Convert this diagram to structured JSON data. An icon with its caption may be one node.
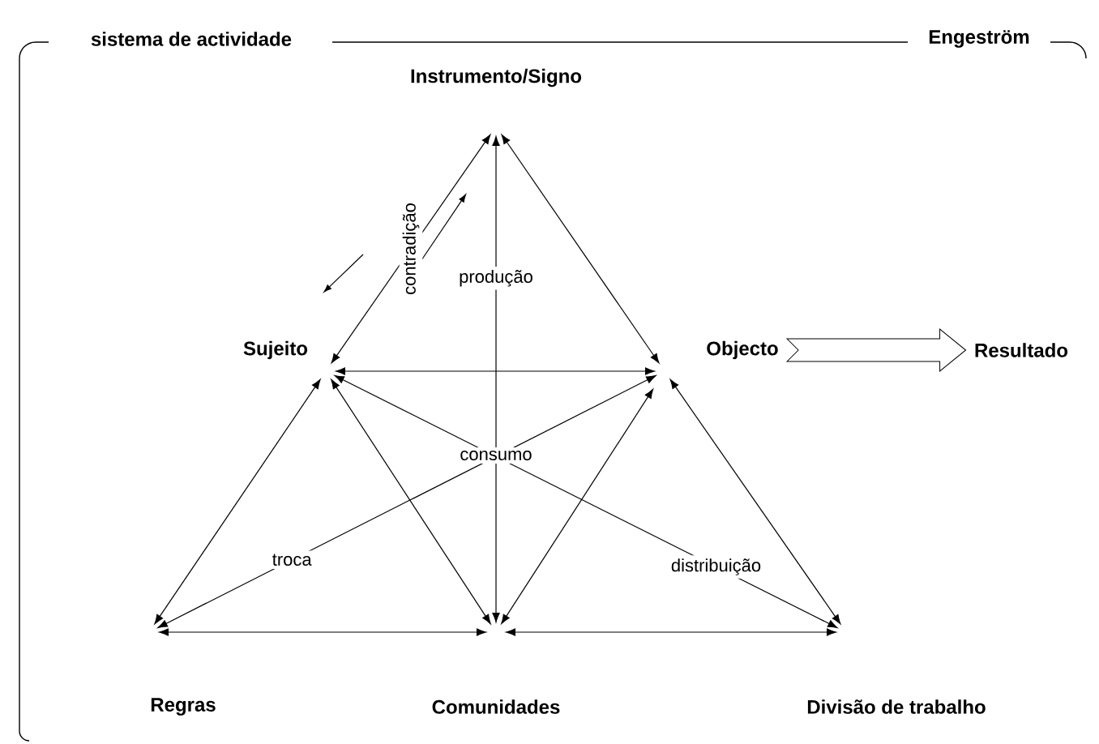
{
  "diagram": {
    "title": "sistema de actividade",
    "nodes": [
      {
        "text": [
          "Instrumento/Signo"
        ]
      },
      {
        "text": [
          "Sujeito"
        ]
      },
      {
        "text": [
          "Objecto"
        ]
      },
      {
        "text": [
          "Resultado"
        ]
      },
      {
        "text": [
          "Regras"
        ]
      },
      {
        "text": [
          "Comunidades"
        ]
      },
      {
        "text": [
          "Divisão de trabalho"
        ]
      }
    ],
    "edges": [
      {
        "from": 0,
        "to": 1,
        "arrow": "both",
        "label": "contradição"
      },
      {
        "from": 0,
        "to": 2,
        "arrow": "both"
      },
      {
        "from": 0,
        "to": 5,
        "arrow": "both",
        "label": "produção"
      },
      {
        "from": 1,
        "to": 2,
        "arrow": "both"
      },
      {
        "from": 4,
        "to": 1,
        "arrow": "both"
      },
      {
        "from": 5,
        "to": 1,
        "arrow": "both"
      },
      {
        "from": 5,
        "to": 2,
        "arrow": "both"
      },
      {
        "from": 6,
        "to": 2,
        "arrow": "both"
      },
      {
        "from": 4,
        "to": 5,
        "arrow": "both"
      },
      {
        "from": 5,
        "to": 6,
        "arrow": "both"
      },
      {
        "from": 4,
        "to": 2,
        "arrow": "both",
        "label": "troca"
      },
      {
        "from": 1,
        "to": 6,
        "arrow": "both",
        "label": "distribuição"
      },
      {
        "from": 2,
        "to": 3,
        "arrow": "to"
      }
    ],
    "labels": [
      "Engeström",
      "consumo"
    ]
  }
}
